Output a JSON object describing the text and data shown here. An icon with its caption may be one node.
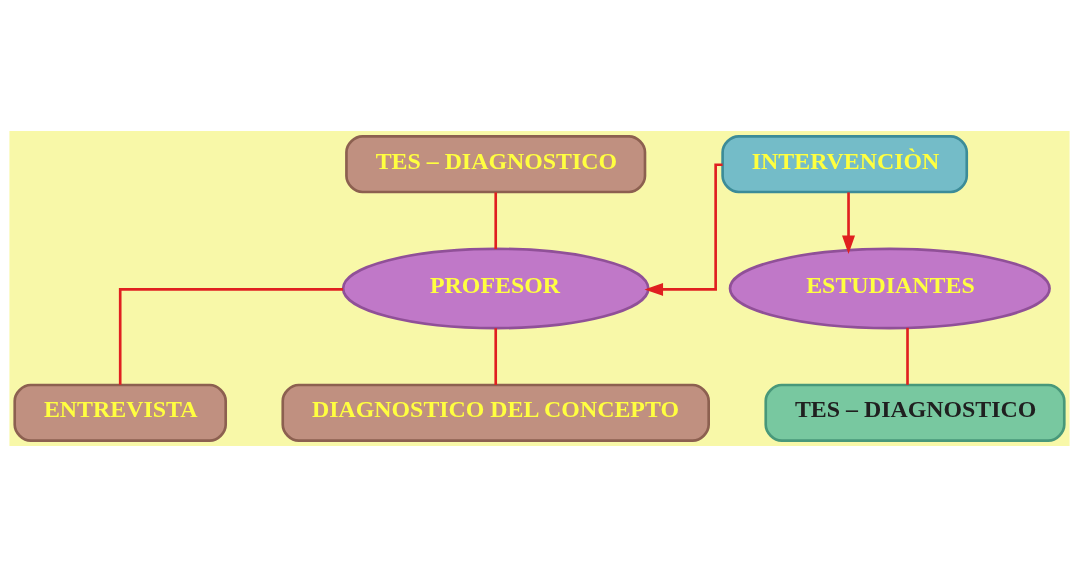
{
  "diagram": {
    "nodes": [
      {
        "text": [
          "INTERVENCIÒN"
        ]
      },
      {
        "text": [
          "TES – DIAGNOSTICO"
        ]
      },
      {
        "text": [
          "PROFESOR"
        ]
      },
      {
        "text": [
          "ESTUDIANTES"
        ]
      },
      {
        "text": [
          "ENTREVISTA"
        ]
      },
      {
        "text": [
          "DIAGNOSTICO DEL CONCEPTO"
        ]
      },
      {
        "text": [
          "TES – DIAGNOSTICO"
        ]
      }
    ],
    "edges": [
      {
        "from": 0,
        "to": 2,
        "arrow": "to"
      },
      {
        "from": 0,
        "to": 3,
        "arrow": "to"
      },
      {
        "from": 1,
        "to": 2,
        "arrow": "none"
      },
      {
        "from": 2,
        "to": 4,
        "arrow": "none"
      },
      {
        "from": 2,
        "to": 5,
        "arrow": "none"
      },
      {
        "from": 3,
        "to": 6,
        "arrow": "none"
      }
    ]
  }
}
